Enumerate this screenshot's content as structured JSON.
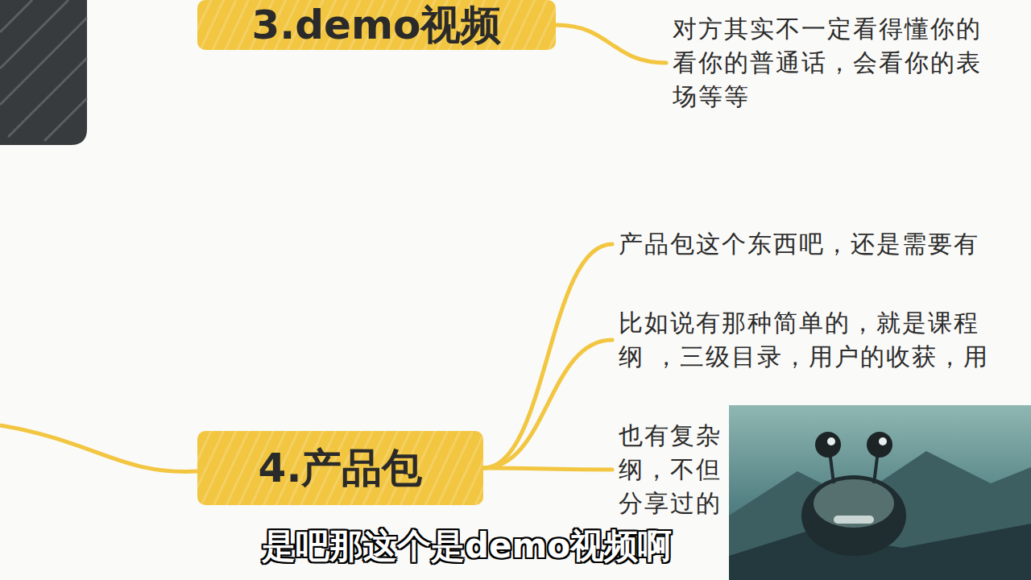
{
  "diagram": {
    "nodes": [
      {
        "text": [
          "3.demo视频"
        ]
      },
      {
        "text": [
          "对方其实不一定看得懂你的 看你的普通话，会看你的表 场等等"
        ]
      },
      {
        "text": [
          "4.产品包"
        ]
      },
      {
        "text": [
          "产品包这个东西吧，还是需要有"
        ]
      },
      {
        "text": [
          "比如说有那种简单的，就是课程 纲 ，三级目录，用户的收获，用"
        ]
      },
      {
        "text": [
          "也有复杂 纲，不但 分享过的"
        ]
      }
    ],
    "edges": [
      {
        "from": 0,
        "to": 1,
        "arrow": "none"
      },
      {
        "from": 2,
        "to": 3,
        "arrow": "none"
      },
      {
        "from": 2,
        "to": 4,
        "arrow": "none"
      },
      {
        "from": 2,
        "to": 5,
        "arrow": "none"
      }
    ],
    "labels": [
      "是吧那这个是demo视频啊"
    ]
  }
}
